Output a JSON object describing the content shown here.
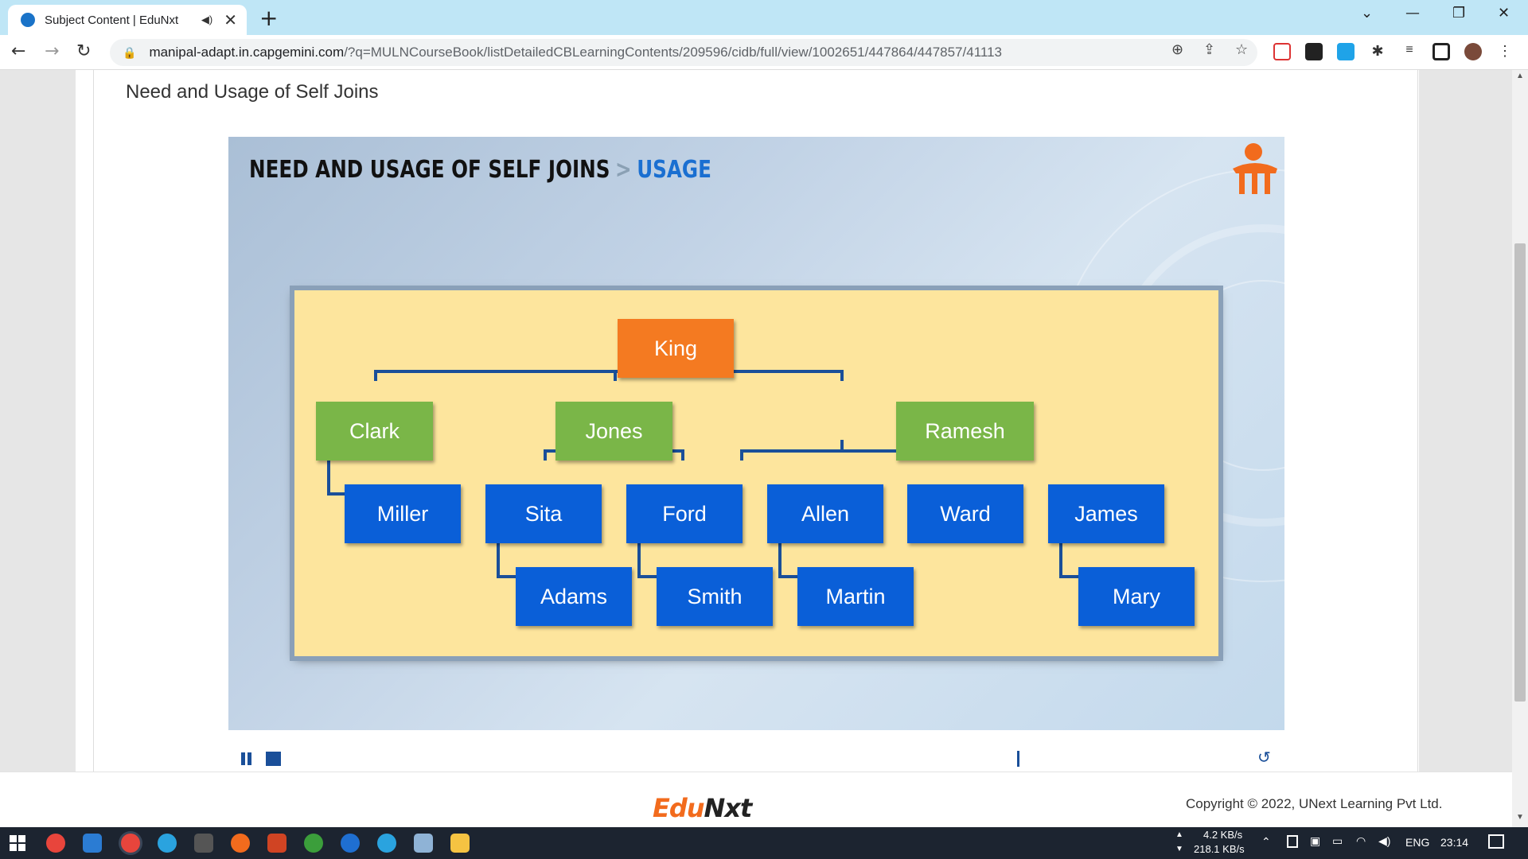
{
  "browser": {
    "tab_title": "Subject Content | EduNxt",
    "url_host": "manipal-adapt.in.capgemini.com",
    "url_path": "/?q=MULNCourseBook/listDetailedCBLearningContents/209596/cidb/full/view/1002651/447864/447857/41113"
  },
  "page": {
    "title": "Need and Usage of Self Joins"
  },
  "slide": {
    "heading": "NEED AND USAGE OF SELF JOINS",
    "separator": ">",
    "subheading": "USAGE",
    "tree": {
      "root": "King",
      "level1": [
        "Clark",
        "Jones",
        "Ramesh"
      ],
      "level2": [
        "Miller",
        "Sita",
        "Ford",
        "Allen",
        "Ward",
        "James"
      ],
      "level3": [
        "Adams",
        "Smith",
        "Martin",
        "Mary"
      ]
    },
    "colors": {
      "root": "#f47a21",
      "managers": "#7ab648",
      "employees": "#0a5fd8",
      "board": "#fde59d"
    }
  },
  "footer": {
    "brand_a": "Edu",
    "brand_b": "Nxt",
    "copyright": "Copyright © 2022, UNext Learning Pvt Ltd."
  },
  "taskbar": {
    "net_up": "4.2 KB/s",
    "net_down": "218.1 KB/s",
    "lang": "ENG",
    "time": "23:14"
  }
}
